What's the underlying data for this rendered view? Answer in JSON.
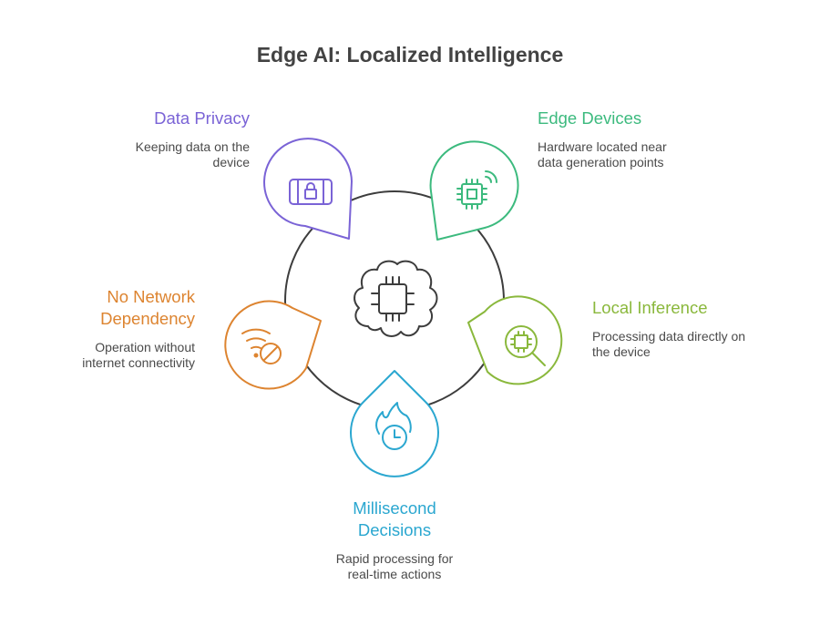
{
  "title": "Edge AI: Localized Intelligence",
  "colors": {
    "privacy": "#7a63d6",
    "edge_devices": "#3cba7e",
    "local_inference": "#8ab83c",
    "millisecond": "#2ba7d0",
    "no_network": "#dd8430",
    "hub": "#3d3d3d"
  },
  "center_icon": "cloud-chip-icon",
  "items": [
    {
      "key": "data_privacy",
      "title": "Data Privacy",
      "description": "Keeping data on the device",
      "icon": "phone-lock-icon"
    },
    {
      "key": "edge_devices",
      "title": "Edge Devices",
      "description": "Hardware located near data generation points",
      "icon": "chip-signal-icon"
    },
    {
      "key": "local_inference",
      "title": "Local Inference",
      "description": "Processing data directly on the device",
      "icon": "chip-magnifier-icon"
    },
    {
      "key": "millisecond_decisions",
      "title": "Millisecond Decisions",
      "description": "Rapid processing for real-time actions",
      "icon": "fire-clock-icon"
    },
    {
      "key": "no_network_dependency",
      "title": "No Network Dependency",
      "description": "Operation without internet connectivity",
      "icon": "wifi-blocked-icon"
    }
  ]
}
